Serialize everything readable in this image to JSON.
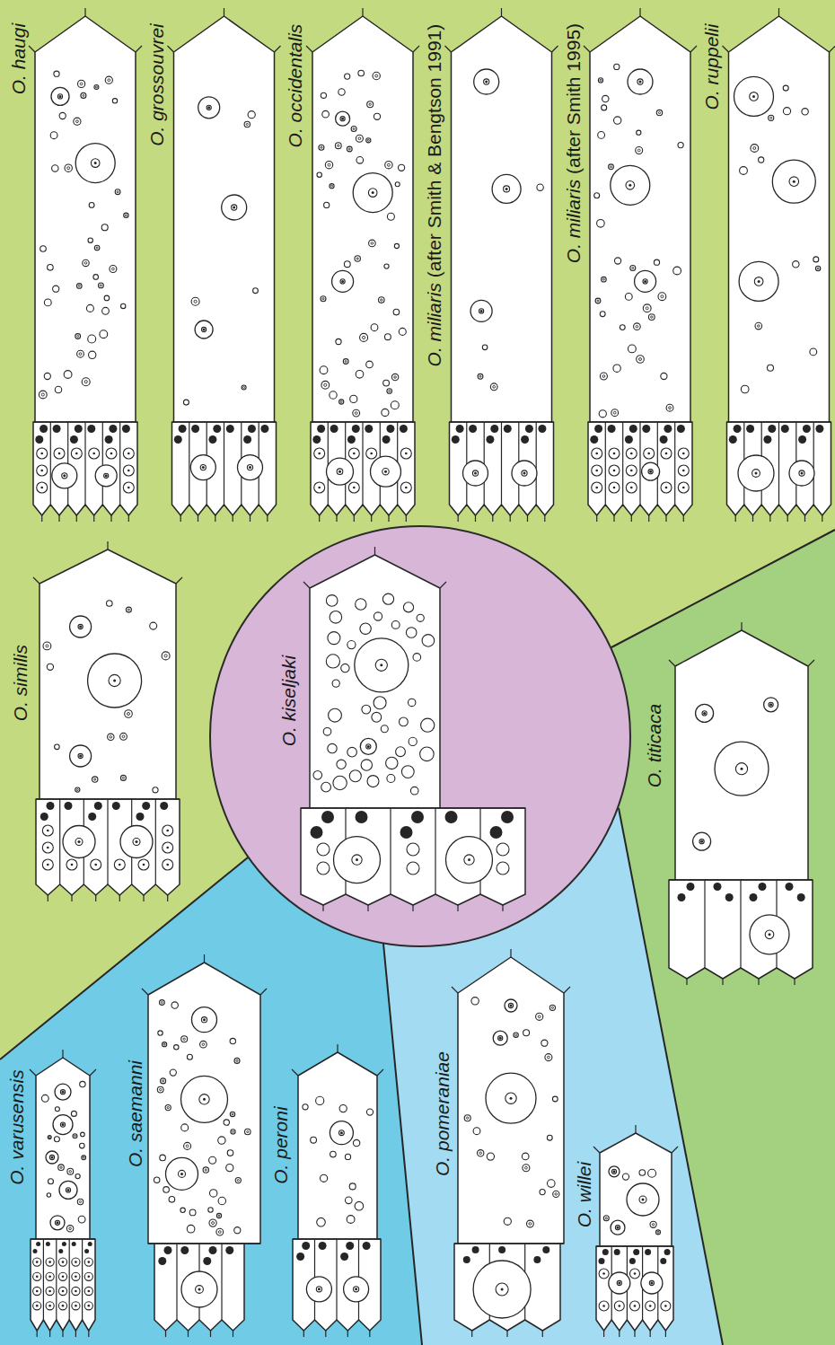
{
  "diagram": {
    "nodes": [
      {
        "text": [
          "O. kiseljaki"
        ]
      }
    ],
    "labels": [
      "O. ruppelii",
      "O. miliaris (after Smith 1995)",
      "O. miliaris (after Smith & Bengtson 1991)",
      "O. occidentalis",
      "O. grossouvrei",
      "O. haugi",
      "O. similis",
      "O. titicaca",
      "O. varusensis",
      "O. saemanni",
      "O. peroni",
      "O. pomeraniae",
      "O. willei"
    ]
  }
}
